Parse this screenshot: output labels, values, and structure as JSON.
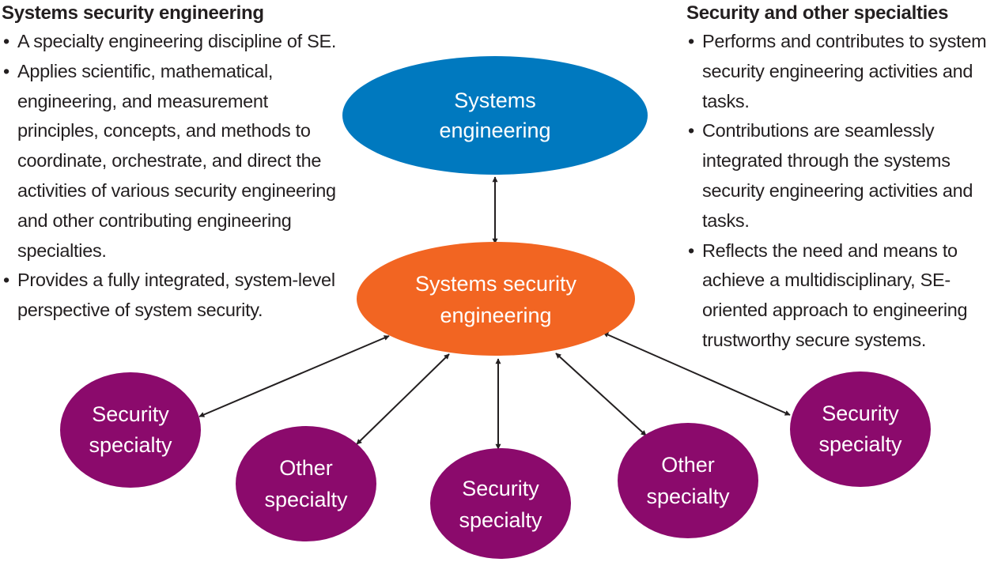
{
  "left_panel": {
    "title": "Systems security engineering",
    "bullets": [
      "A specialty engineering discipline of SE.",
      "Applies scientific, mathematical, engineering, and measurement principles, concepts, and methods to coordinate, orchestrate, and direct the activities of various security engineering and other contributing engineering specialties.",
      "Provides a fully integrated, system-level perspective of system security."
    ]
  },
  "right_panel": {
    "title": "Security and other specialties",
    "bullets": [
      "Performs and contributes to system security engineering activities and tasks.",
      "Contributions are seamlessly integrated through the systems security engineering activities and tasks.",
      "Reflects the need and means to achieve a multidisciplinary, SE-oriented approach to engineering trustworthy secure systems."
    ]
  },
  "colors": {
    "systems_engineering": "#0079bf",
    "systems_security_engineering": "#f26522",
    "specialty": "#8b0a6c",
    "text_dark": "#231f20",
    "node_text": "#ffffff"
  },
  "nodes": {
    "systems_engineering": {
      "line1": "Systems",
      "line2": "engineering"
    },
    "systems_security_engineering": {
      "line1": "Systems security",
      "line2": "engineering"
    },
    "specialty_1": {
      "line1": "Security",
      "line2": "specialty"
    },
    "specialty_2": {
      "line1": "Other",
      "line2": "specialty"
    },
    "specialty_3": {
      "line1": "Security",
      "line2": "specialty"
    },
    "specialty_4": {
      "line1": "Other",
      "line2": "specialty"
    },
    "specialty_5": {
      "line1": "Security",
      "line2": "specialty"
    }
  },
  "connectors": [
    {
      "from": "systems_engineering",
      "to": "systems_security_engineering",
      "type": "bidirectional-arrow"
    },
    {
      "from": "systems_security_engineering",
      "to": "specialty_1",
      "type": "bidirectional-arrow"
    },
    {
      "from": "systems_security_engineering",
      "to": "specialty_2",
      "type": "bidirectional-arrow"
    },
    {
      "from": "systems_security_engineering",
      "to": "specialty_3",
      "type": "bidirectional-arrow"
    },
    {
      "from": "systems_security_engineering",
      "to": "specialty_4",
      "type": "bidirectional-arrow"
    },
    {
      "from": "systems_security_engineering",
      "to": "specialty_5",
      "type": "bidirectional-arrow"
    }
  ]
}
